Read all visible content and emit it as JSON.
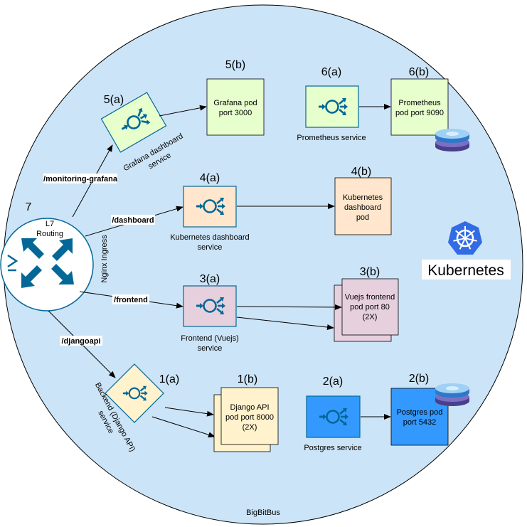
{
  "cluster_label": "BigBitBus",
  "kubernetes": {
    "label": "Kubernetes",
    "logo_icon": "kubernetes-helm-icon",
    "color": "#326CE5"
  },
  "router": {
    "step": "7",
    "label_line1": "L7",
    "label_line2": "Routing",
    "icon": "router-icon",
    "color": "#036897"
  },
  "ingress_label": "Nginx Ingress",
  "routes": {
    "grafana": "/monitoring-grafana",
    "dashboard": "/dashboard",
    "frontend": "/frontend",
    "djangoapi": "/djangoapi"
  },
  "grafana": {
    "service_step": "5(a)",
    "service_line1": "Grafana dashboard",
    "service_line2": "service",
    "pod_step": "5(b)",
    "pod_line1": "Grafana pod",
    "pod_line2": "port 3000"
  },
  "prometheus": {
    "service_step": "6(a)",
    "service_label": "Prometheus service",
    "pod_step": "6(b)",
    "pod_line1": "Prometheus",
    "pod_line2": "pod port 9090",
    "storage_icon": "database-disk-icon"
  },
  "k8s_dashboard": {
    "service_step": "4(a)",
    "service_line1": "Kubernetes dashboard",
    "service_line2": "service",
    "pod_step": "4(b)",
    "pod_line1": "Kubernetes",
    "pod_line2": "dashboard",
    "pod_line3": "pod"
  },
  "frontend": {
    "service_step": "3(a)",
    "service_line1": "Frontend (Vuejs)",
    "service_line2": "service",
    "pod_step": "3(b)",
    "pod_line1": "Vuejs frontend",
    "pod_line2": "pod port 80",
    "pod_line3": "(2X)"
  },
  "backend": {
    "service_step": "1(a)",
    "service_line1": "Backend (Django API)",
    "service_line2": "service",
    "pod_step": "1(b)",
    "pod_line1": "Django API",
    "pod_line2": "pod port 8000",
    "pod_line3": "(2X)"
  },
  "postgres": {
    "service_step": "2(a)",
    "service_label": "Postgres service",
    "pod_step": "2(b)",
    "pod_line1": "Postgres pod",
    "pod_line2": "port 5432",
    "storage_icon": "database-disk-icon"
  },
  "colors": {
    "cluster_fill": "#CCE4F7",
    "grafana_green": "#E6FFCC",
    "orange": "#FFE6CC",
    "purple": "#E6D0DE",
    "yellow": "#FFF2CC",
    "postgres_blue": "#3399FF",
    "service_icon": "#036897"
  }
}
